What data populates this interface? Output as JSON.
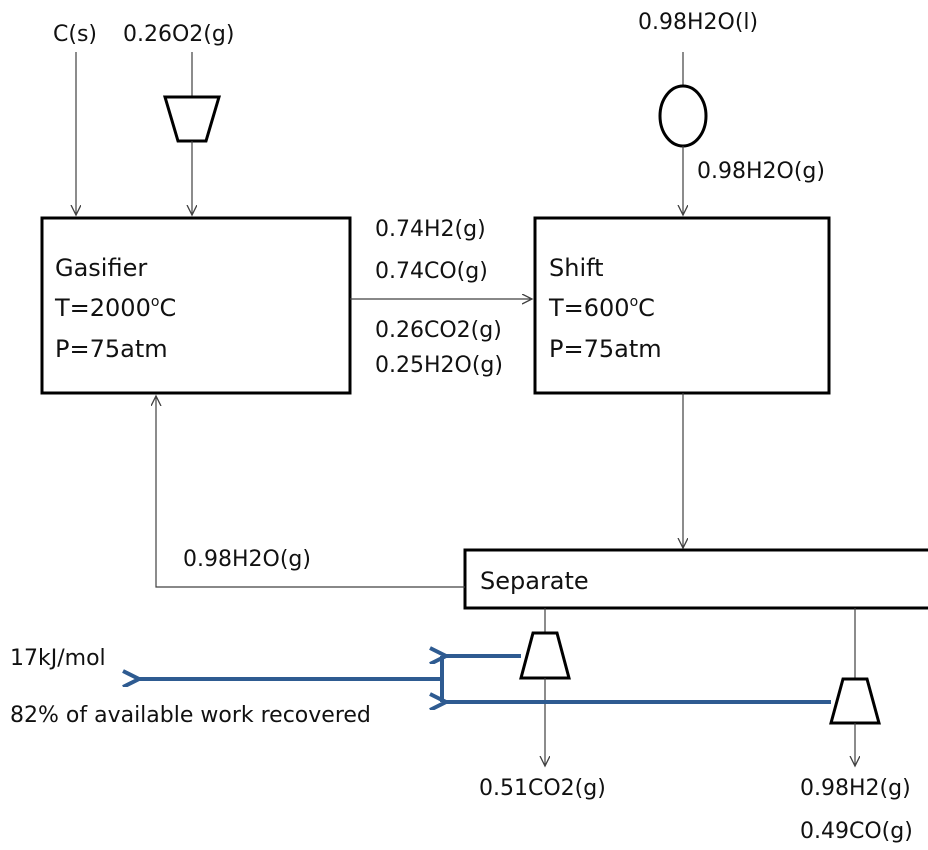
{
  "inputs": {
    "carbon": "C(s)",
    "oxygen": "0.26O2(g)",
    "water_liquid": "0.98H2O(l)",
    "water_vapor": "0.98H2O(g)"
  },
  "gasifier": {
    "name": "Gasifier",
    "temperature_prefix": "T=2000",
    "temperature_unit_sup": "o",
    "temperature_unit": "C",
    "pressure": "P=75atm"
  },
  "gasifier_outlet": {
    "h2": "0.74H2(g)",
    "co": "0.74CO(g)",
    "co2": "0.26CO2(g)",
    "h2o": "0.25H2O(g)"
  },
  "shift": {
    "name": "Shift",
    "temperature_prefix": "T=600",
    "temperature_unit_sup": "o",
    "temperature_unit": "C",
    "pressure": "P=75atm"
  },
  "recycle": {
    "label": "0.98H2O(g)"
  },
  "separate": {
    "name": "Separate"
  },
  "outputs": {
    "co2": "0.51CO2(g)",
    "h2": "0.98H2(g)",
    "co": "0.49CO(g)"
  },
  "work": {
    "energy": "17kJ/mol",
    "recovery": "82% of available work recovered",
    "color": "#2e5b91"
  }
}
